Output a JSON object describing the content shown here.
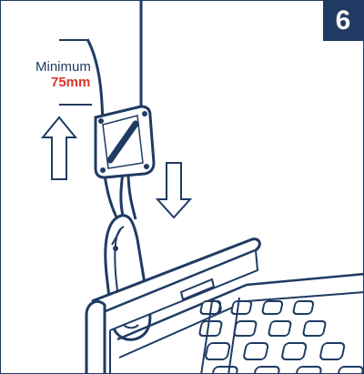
{
  "step": {
    "number": "6"
  },
  "measurement": {
    "label": "Minimum",
    "value": "75mm",
    "value_color": "#d6362b"
  },
  "colors": {
    "ink": "#1f3b63",
    "accent": "#d6362b",
    "background": "#ffffff"
  },
  "icons": {
    "up_arrow": "arrow-up-outline-icon",
    "down_arrow": "arrow-down-outline-icon",
    "device": "rope-ratchet-icon",
    "hook": "carabiner-icon",
    "tray": "grow-tray-icon"
  }
}
